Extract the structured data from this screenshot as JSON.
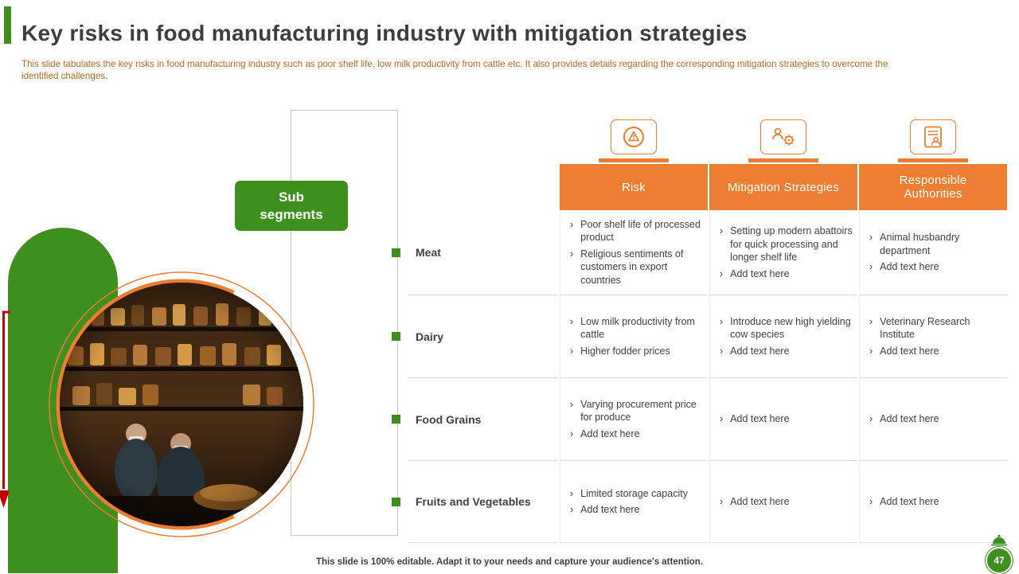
{
  "slide": {
    "title": "Key risks in food manufacturing industry with mitigation strategies",
    "subtitle": "This slide tabulates the key risks in food manufacturing industry such as poor shelf life, low milk productivity from cattle etc. It also provides details regarding the corresponding mitigation strategies to overcome the identified challenges.",
    "footer": "This slide is 100% editable. Adapt it to your needs and capture your audience's attention.",
    "page_number": "47"
  },
  "diagram": {
    "sub_segments_label": "Sub segments"
  },
  "table": {
    "columns": [
      {
        "label": "Risk",
        "icon": "risk-gauge-icon"
      },
      {
        "label": "Mitigation Strategies",
        "icon": "mitigation-team-icon"
      },
      {
        "label": "Responsible Authorities",
        "icon": "authorities-document-icon"
      }
    ],
    "rows": [
      {
        "segment": "Meat",
        "risk": [
          "Poor shelf life of processed product",
          "Religious sentiments of customers in export countries"
        ],
        "mitigation": [
          "Setting up modern abattoirs for quick processing and longer shelf life",
          "Add text here"
        ],
        "authorities": [
          "Animal husbandry department",
          "Add text here"
        ]
      },
      {
        "segment": "Dairy",
        "risk": [
          "Low milk productivity from cattle",
          "Higher fodder prices"
        ],
        "mitigation": [
          "Introduce new high yielding cow species",
          "Add text here"
        ],
        "authorities": [
          "Veterinary Research Institute",
          "Add text here"
        ]
      },
      {
        "segment": "Food Grains",
        "risk": [
          "Varying procurement price for produce",
          "Add text here"
        ],
        "mitigation": [
          "Add text here"
        ],
        "authorities": [
          "Add text here"
        ]
      },
      {
        "segment": "Fruits and Vegetables",
        "risk": [
          "Limited storage capacity",
          "Add text here"
        ],
        "mitigation": [
          "Add text here"
        ],
        "authorities": [
          "Add text here"
        ]
      }
    ]
  },
  "colors": {
    "accent_orange": "#ED7D31",
    "accent_green": "#3F8F1F",
    "subtitle_text": "#B56A22",
    "body_text": "#404040",
    "arrow_red": "#C00000"
  }
}
